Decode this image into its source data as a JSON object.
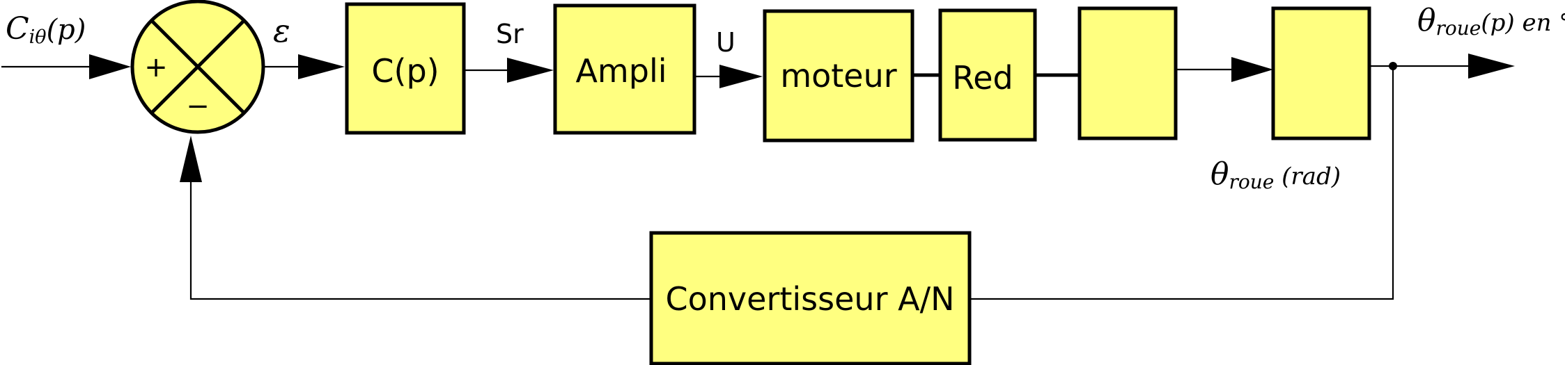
{
  "blocks": {
    "controller": "C(p)",
    "amplifier": "Ampli",
    "motor": "moteur",
    "reducer": "Red",
    "converter": "Convertisseur A/N"
  },
  "signals": {
    "input_main": "C",
    "input_sub": "iθ",
    "input_suffix": "(p)",
    "error": "ε",
    "sr": "Sr",
    "u": "U",
    "output_main": "θ",
    "output_sub": "roue",
    "output_suffix": "(p) en °",
    "rad_main": "θ",
    "rad_sub": "roue",
    "rad_suffix": " (rad)"
  },
  "summing_junction": {
    "plus": "+",
    "minus": "−"
  }
}
